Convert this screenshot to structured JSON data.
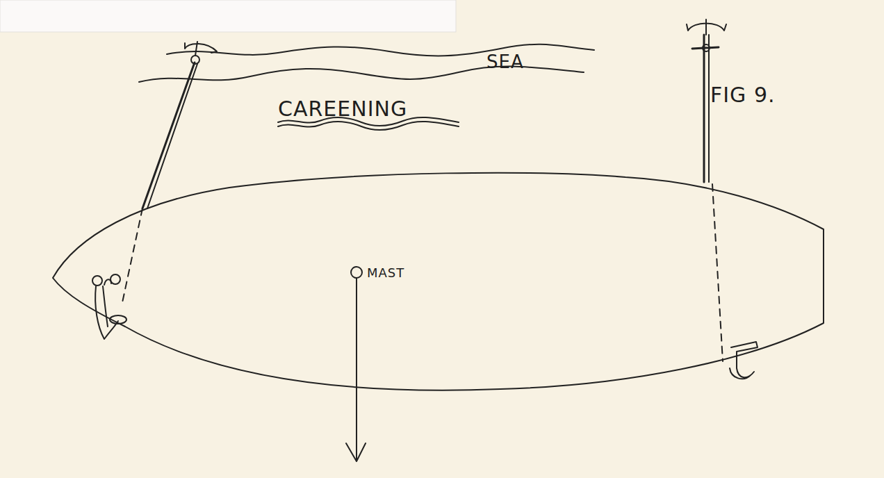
{
  "diagram": {
    "labels": [
      "SEA",
      "CAREENING",
      "FIG 9.",
      "MAST"
    ]
  }
}
